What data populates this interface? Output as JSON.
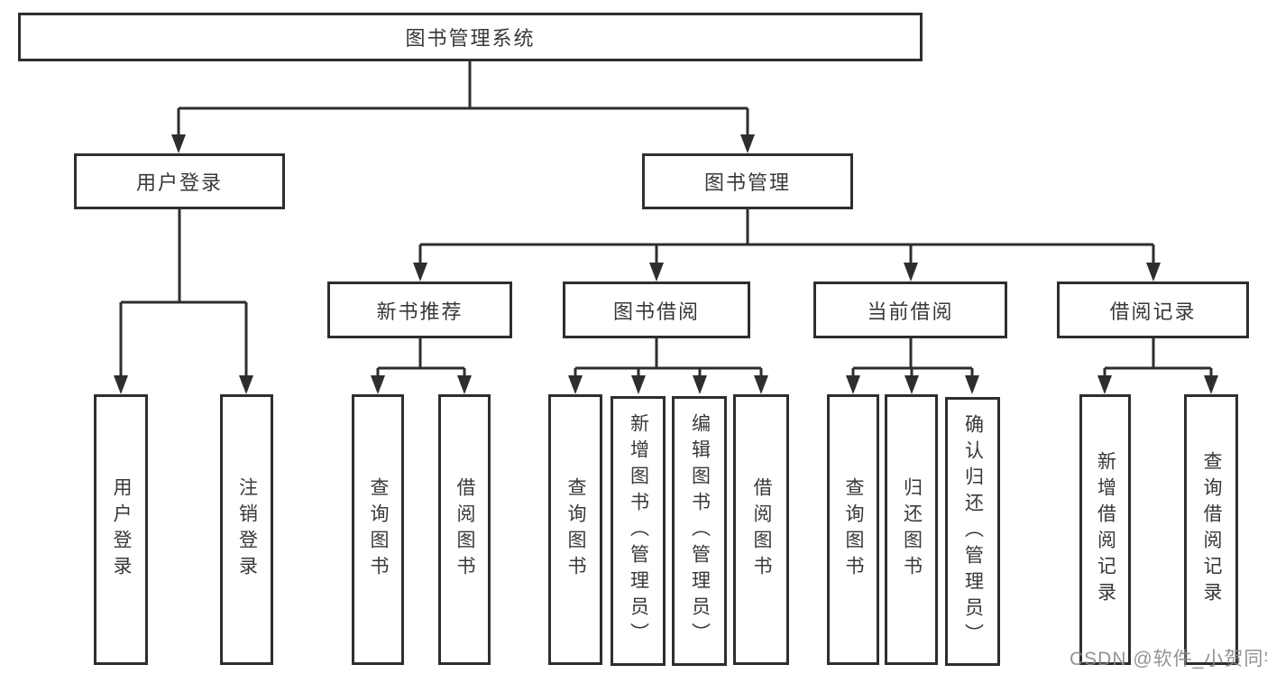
{
  "tree": {
    "label": "图书管理系统",
    "children": [
      {
        "label": "用户登录",
        "children": [
          {
            "label": "用户登录"
          },
          {
            "label": "注销登录"
          }
        ]
      },
      {
        "label": "图书管理",
        "children": [
          {
            "label": "新书推荐",
            "children": [
              {
                "label": "查询图书"
              },
              {
                "label": "借阅图书"
              }
            ]
          },
          {
            "label": "图书借阅",
            "children": [
              {
                "label": "查询图书"
              },
              {
                "label": "新增图书（管理员）"
              },
              {
                "label": "编辑图书（管理员）"
              },
              {
                "label": "借阅图书"
              }
            ]
          },
          {
            "label": "当前借阅",
            "children": [
              {
                "label": "查询图书"
              },
              {
                "label": "归还图书"
              },
              {
                "label": "确认归还（管理员）"
              }
            ]
          },
          {
            "label": "借阅记录",
            "children": [
              {
                "label": "新增借阅记录"
              },
              {
                "label": "查询借阅记录"
              }
            ]
          }
        ]
      }
    ]
  },
  "watermark": {
    "text": "CSDN @软件_小贺同学"
  },
  "colors": {
    "line": "#2e2e2e",
    "text": "#383838",
    "watermark": "#8a8a8a",
    "background": "#ffffff"
  }
}
